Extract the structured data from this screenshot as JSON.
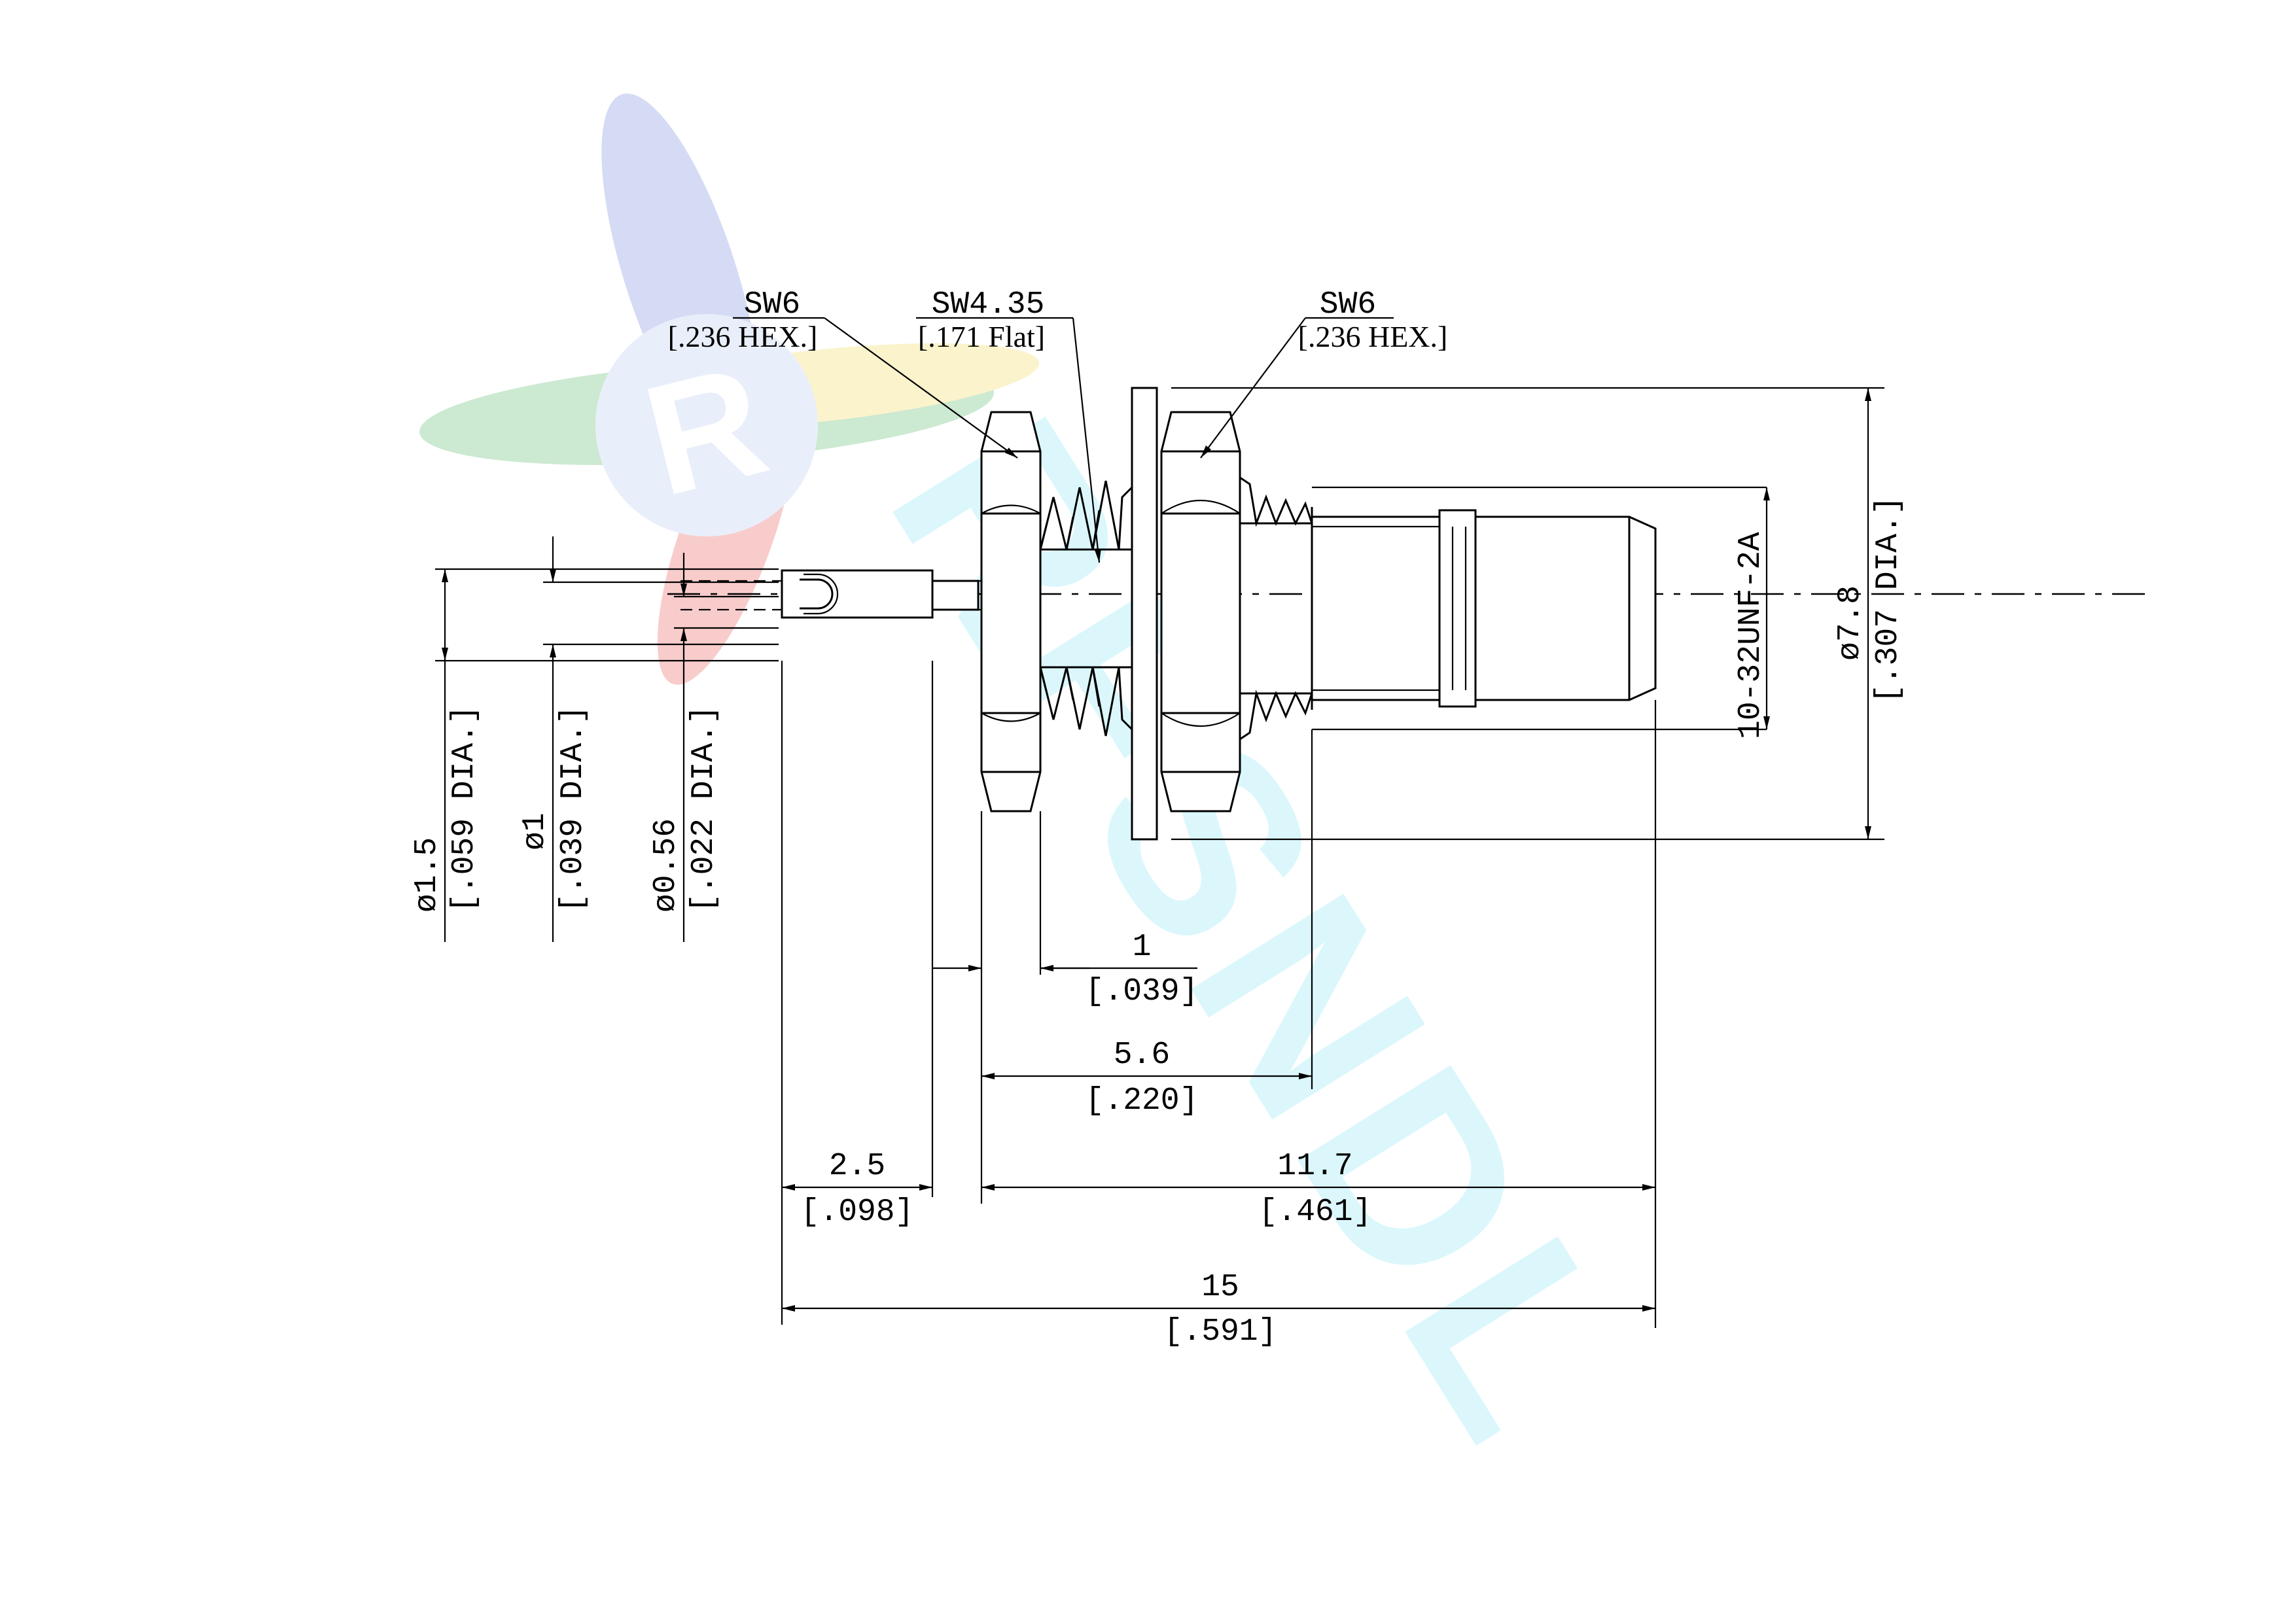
{
  "watermark": {
    "brand_text": "RFSNDL",
    "brand_color": "#7fe3f2",
    "logo_colors": [
      "#6a7fd6",
      "#f0d24a",
      "#e84a4a",
      "#4ab05a",
      "#b0c6ec"
    ]
  },
  "callouts": {
    "left_hex": {
      "size": "SW6",
      "inch": "[.236 HEX.]"
    },
    "flat": {
      "size": "SW4.35",
      "inch": "[.171 Flat]"
    },
    "right_hex": {
      "size": "SW6",
      "inch": "[.236 HEX.]"
    }
  },
  "diameters": {
    "pin_body": {
      "mm": "ø1.5",
      "inch": "[.059 DIA.]"
    },
    "pin_mid": {
      "mm": "ø1",
      "inch": "[.039 DIA.]"
    },
    "pin_tip": {
      "mm": "ø0.56",
      "inch": "[.022 DIA.]"
    },
    "thread": {
      "label": "10-32UNF-2A"
    },
    "outer": {
      "mm": "ø7.8",
      "inch": "[.307 DIA.]"
    }
  },
  "lengths": {
    "flange": {
      "mm": "1",
      "inch": "[.039]"
    },
    "hex_to_thread": {
      "mm": "5.6",
      "inch": "[.220]"
    },
    "pin_length": {
      "mm": "2.5",
      "inch": "[.098]"
    },
    "body_length": {
      "mm": "11.7",
      "inch": "[.461]"
    },
    "total_length": {
      "mm": "15",
      "inch": "[.591]"
    }
  }
}
